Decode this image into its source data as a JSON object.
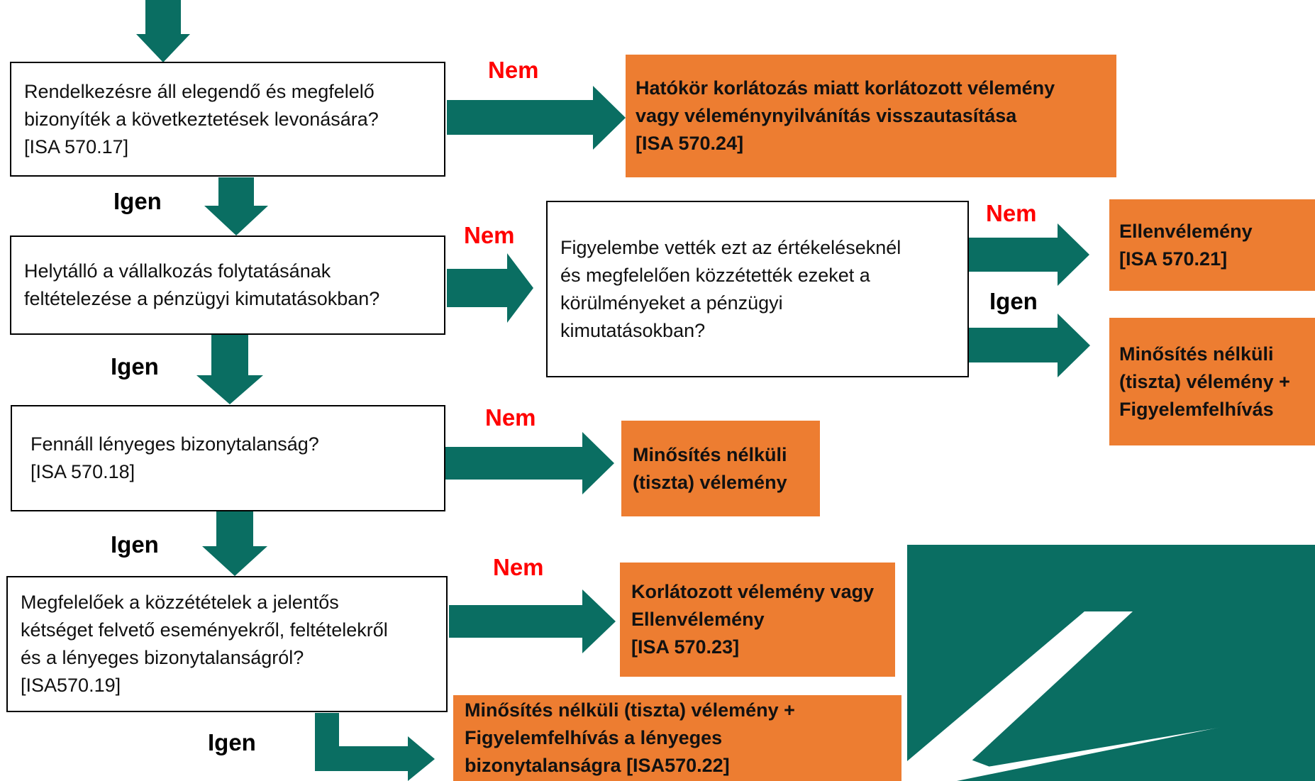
{
  "questions": {
    "q1": "Rendelkezésre áll elegendő és megfelelő\nbizonyíték a következtetések levonására?\n[ISA 570.17]",
    "q2": "Helytálló a vállalkozás folytatásának\nfeltételezése a pénzügyi kimutatásokban?",
    "q3": "Figyelembe vették ezt az értékeléseknél\nés megfelelően közzétették ezeket a\nkörülményeket a pénzügyi\nkimutatásokban?",
    "q4": "Fennáll lényeges bizonytalanság?\n[ISA 570.18]",
    "q5": "Megfelelőek a közzétételek a jelentős\nkétséget felvető eseményekről, feltételekről\nés a lényeges bizonytalanságról?\n[ISA570.19]"
  },
  "outcomes": {
    "o1": "Hatókör korlátozás miatt korlátozott vélemény\nvagy véleménynyilvánítás visszautasítása\n[ISA 570.24]",
    "o2": "Ellenvélemény\n[ISA 570.21]",
    "o3": "Minősítés nélküli\n(tiszta) vélemény +\nFigyelemfelhívás",
    "o4": "Minősítés nélküli\n(tiszta) vélemény",
    "o5": "Korlátozott vélemény vagy\nEllenvélemény\n[ISA 570.23]",
    "o6": "Minősítés nélküli (tiszta) vélemény +\nFigyelemfelhívás a lényeges\nbizonytalanságra [ISA570.22]"
  },
  "labels": {
    "nem": "Nem",
    "igen": "Igen"
  },
  "colors": {
    "arrow": "#0a6e62",
    "outcome_box": "#ed7d31",
    "no_label": "#ff0000",
    "logo": "#0a6e62"
  }
}
